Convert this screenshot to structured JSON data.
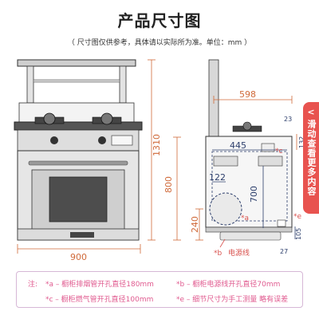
{
  "header": {
    "title": "产品尺寸图",
    "subtitle": "（ 尺寸图仅供参考，具体请以实际所为准。单位：mm ）"
  },
  "dimensions": {
    "width_front": "900",
    "height_total": "1310",
    "height_body": "800",
    "depth_top": "598",
    "depth_inner": "445",
    "height_inner": "700",
    "offset_122": "122",
    "height_240": "240",
    "small_23": "23",
    "small_132": "132",
    "small_105": "105",
    "small_27": "27"
  },
  "markers": {
    "a": "*a",
    "b": "*b",
    "c": "*c",
    "e": "*e",
    "power_cord": "电源线"
  },
  "side_tab": {
    "label": "滑动查看更多内容"
  },
  "notes": {
    "prefix": "注:",
    "a": "*a – 橱柜排烟管开孔直径180mm",
    "b": "*b – 橱柜电源线开孔直径70mm",
    "c": "*c – 橱柜燃气管开孔直径100mm",
    "e": "*e – 细节尺寸为手工测量 略有误差"
  },
  "colors": {
    "dimension": "#d06a3a",
    "note_text": "#e05a8f",
    "tab_bg": "#e8534f",
    "outline": "#333333"
  }
}
